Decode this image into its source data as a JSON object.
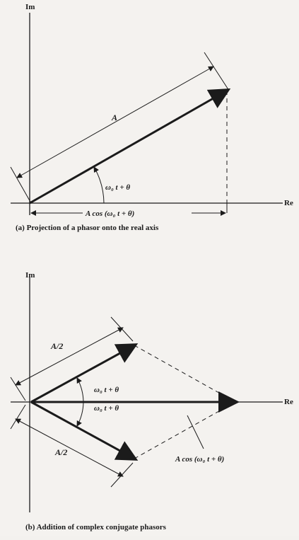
{
  "diagram_a": {
    "axis_im": "Im",
    "axis_re": "Re",
    "magnitude": "A",
    "angle": "ω₀ t + θ",
    "projection": "A cos (ω₀ t + θ)",
    "caption": "(a)  Projection of a phasor onto the real axis"
  },
  "diagram_b": {
    "axis_im": "Im",
    "axis_re": "Re",
    "upper_magnitude": "A/2",
    "lower_magnitude": "A/2",
    "upper_angle": "ω₀ t + θ",
    "lower_angle": "ω₀ t + θ",
    "sum_label": "A cos (ω₀ t + θ)",
    "caption": "(b)  Addition of complex conjugate phasors"
  }
}
